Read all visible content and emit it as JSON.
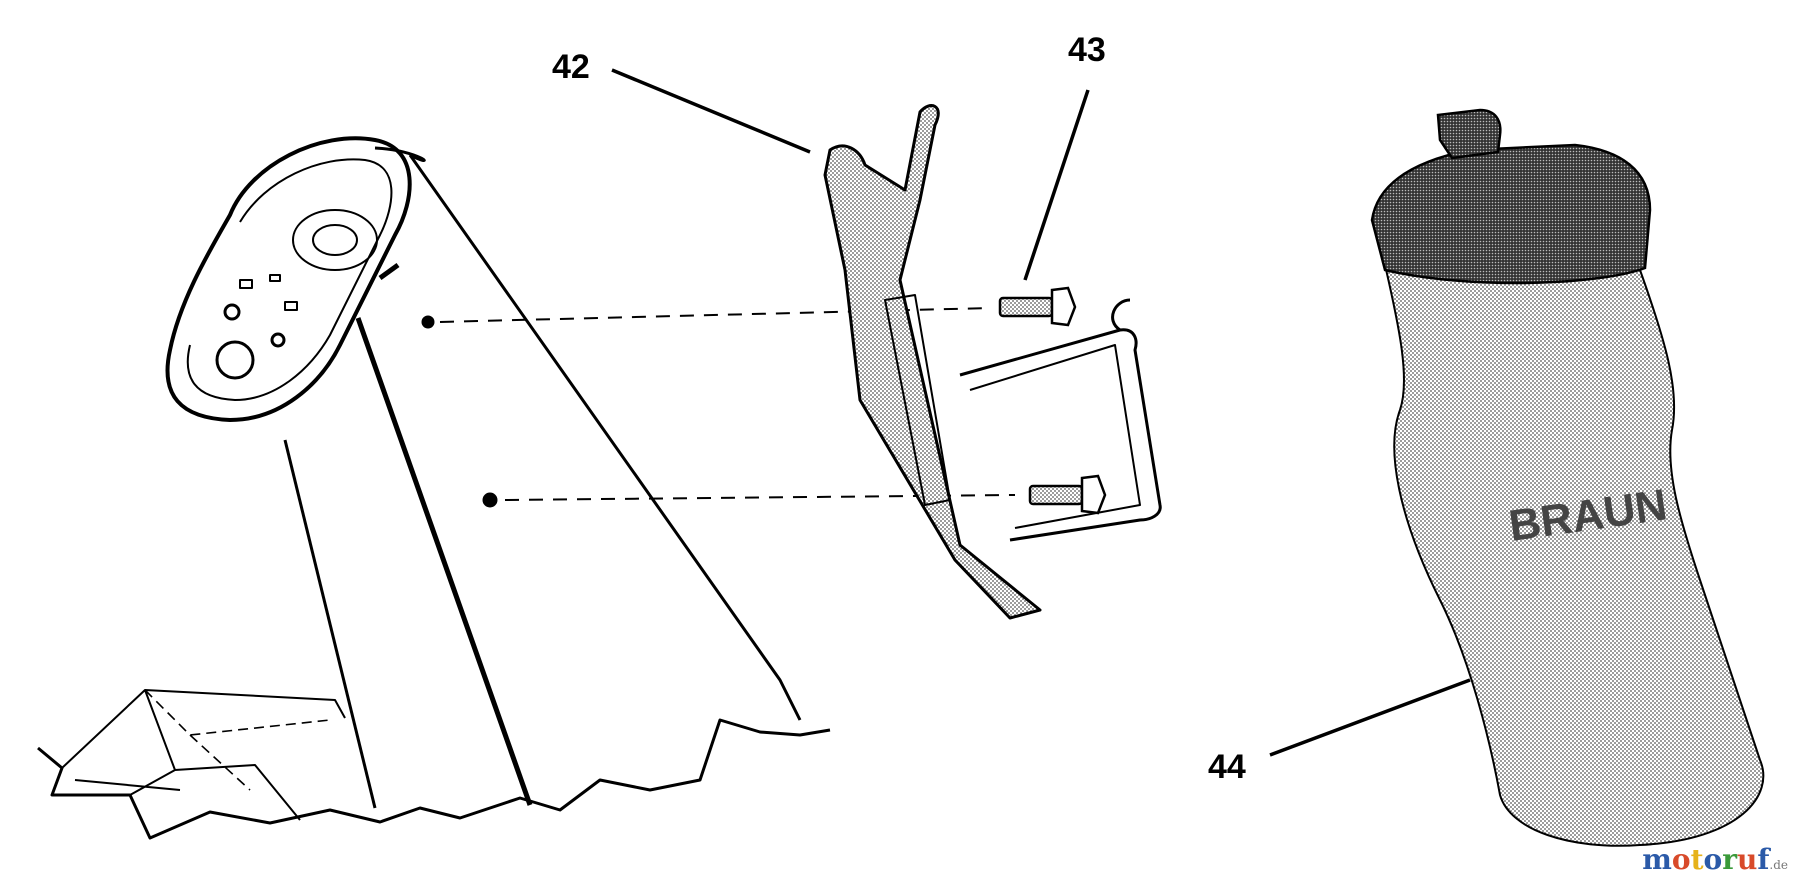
{
  "callouts": {
    "c42": "42",
    "c43": "43",
    "c44": "44"
  },
  "bottle_text": "BRAUN",
  "watermark": {
    "letters": [
      "m",
      "o",
      "t",
      "o",
      "r",
      "u",
      "f"
    ],
    "colors": [
      "#2b5aa8",
      "#d84a2a",
      "#e6b21a",
      "#2b5aa8",
      "#3a9a3a",
      "#d84a2a",
      "#2b5aa8"
    ],
    "tld": ".de"
  }
}
